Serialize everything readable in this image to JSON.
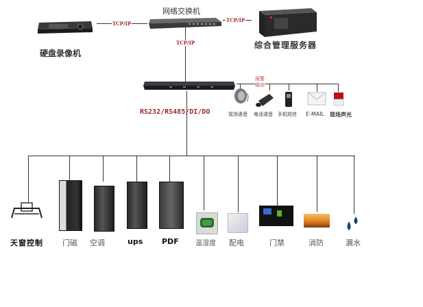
{
  "top": {
    "dvr": {
      "label": "硬盘录像机",
      "icon": "dvr-icon"
    },
    "switch": {
      "label": "网络交换机",
      "icon": "network-switch-icon"
    },
    "server": {
      "label": "综合管理服务器",
      "icon": "server-icon"
    },
    "links": {
      "dvr_switch": "TCP/IP",
      "switch_server": "TCP/IP",
      "switch_controller": "TCP/IP"
    }
  },
  "controller": {
    "icon": "monitoring-controller-icon",
    "bus_label": "RS232/RS485/DI/DO",
    "alarm_output_label": [
      "报警",
      "输出"
    ],
    "alarm_outputs": [
      {
        "label": "现场语音",
        "icon": "speaker-icon"
      },
      {
        "label": "电话语音",
        "icon": "telephone-icon"
      },
      {
        "label": "手机短信",
        "icon": "mobile-phone-icon"
      },
      {
        "label": "E-MAIL",
        "icon": "email-icon"
      },
      {
        "label": "现场声光",
        "icon": "siren-light-icon"
      }
    ]
  },
  "devices": [
    {
      "label": "天窗控制",
      "icon": "skylight-control-icon"
    },
    {
      "label": "门磁",
      "icon": "door-magnet-rack-icon"
    },
    {
      "label": "空调",
      "icon": "air-conditioner-icon"
    },
    {
      "label": "ups",
      "icon": "ups-icon"
    },
    {
      "label": "PDF",
      "icon": "pdf-cabinet-icon"
    },
    {
      "label": "温湿度",
      "icon": "temperature-humidity-icon"
    },
    {
      "label": "配电",
      "icon": "power-distribution-icon"
    },
    {
      "label": "门禁",
      "icon": "access-control-icon"
    },
    {
      "label": "消防",
      "icon": "fire-protection-icon"
    },
    {
      "label": "漏水",
      "icon": "water-leak-icon"
    }
  ],
  "colors": {
    "protocol_text": "#a0282c",
    "line": "#333333"
  }
}
